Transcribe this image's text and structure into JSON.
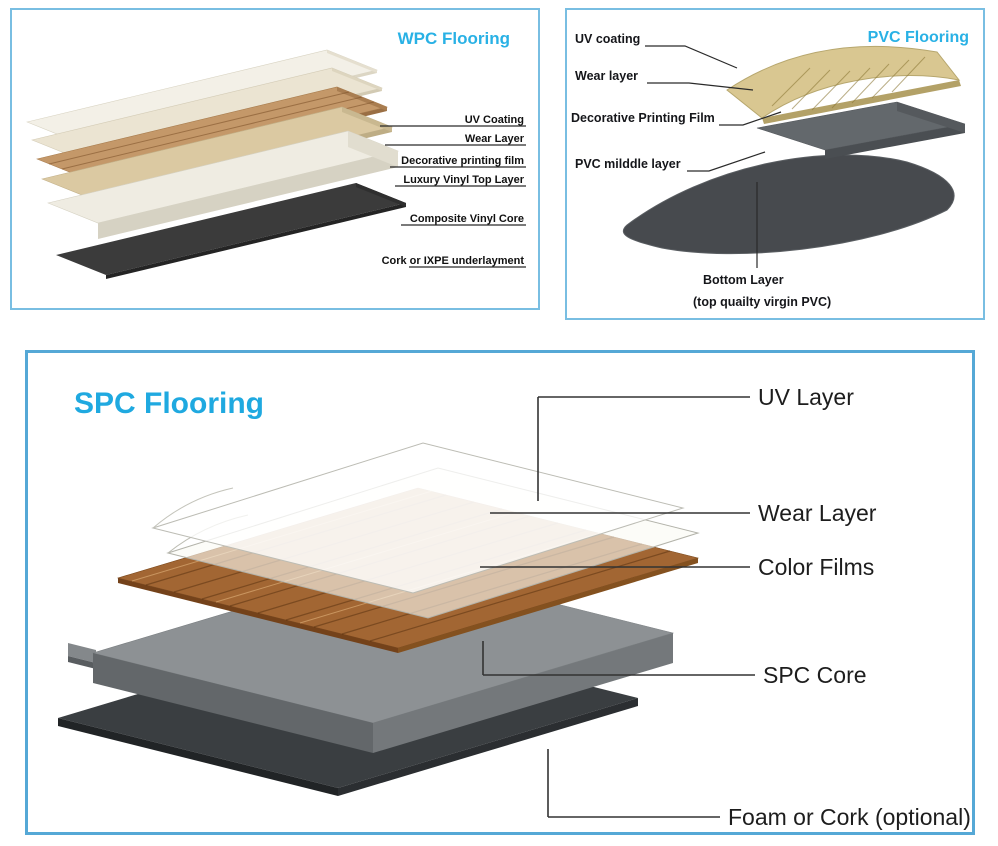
{
  "accent": {
    "title_color": "#29b1e5",
    "panel_border_color": "#79bee2",
    "spc_border_color": "#55a8d6"
  },
  "wpc": {
    "title": "WPC Flooring",
    "labels": {
      "uv": "UV Coating",
      "wear": "Wear Layer",
      "film": "Decorative printing film",
      "luxury": "Luxury Vinyl Top Layer",
      "core": "Composite Vinyl Core",
      "underlayment": "Cork or IXPE underlayment"
    }
  },
  "pvc": {
    "title": "PVC Flooring",
    "labels": {
      "uv": "UV coating",
      "wear": "Wear layer",
      "film": "Decorative Printing Film",
      "middle": "PVC milddle layer",
      "bottom": "Bottom Layer",
      "bottom_sub": "(top quailty virgin PVC)"
    }
  },
  "spc": {
    "title": "SPC Flooring",
    "labels": {
      "uv": "UV Layer",
      "wear": "Wear Layer",
      "film": "Color Films",
      "core": "SPC Core",
      "foam": "Foam or Cork (optional)"
    }
  }
}
